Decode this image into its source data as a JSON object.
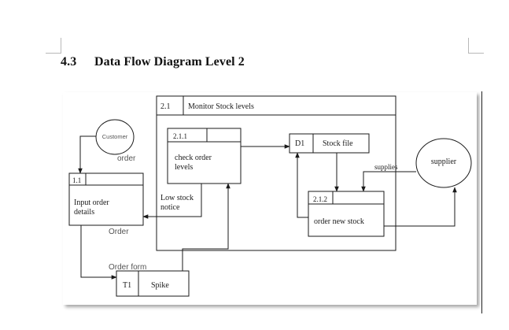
{
  "section": {
    "number": "4.3",
    "title": "Data Flow Diagram Level 2"
  },
  "diagram": {
    "process_2_1": {
      "id": "2.1",
      "label": "Monitor Stock levels"
    },
    "process_2_1_1": {
      "id": "2.1.1",
      "label_line1": "check order",
      "label_line2": "levels"
    },
    "process_2_1_2": {
      "id": "2.1.2",
      "label": "order new stock"
    },
    "process_1_1": {
      "id": "1.1",
      "label_line1": "Input order",
      "label_line2": "details"
    },
    "store_d1": {
      "id": "D1",
      "label": "Stock file"
    },
    "store_t1": {
      "id": "T1",
      "label": "Spike"
    },
    "entity_customer": "Customer",
    "entity_supplier": "supplier",
    "flows": {
      "order_in": "order",
      "low_stock_line1": "Low stock",
      "low_stock_line2": "notice",
      "order_out": "Order",
      "order_form": "Order form",
      "supplies": "supplies"
    }
  },
  "colors": {
    "line": "#1a1a1a",
    "heading": "#111111",
    "crop_mark": "#b8b8b8",
    "handwritten_label": "#555555"
  }
}
